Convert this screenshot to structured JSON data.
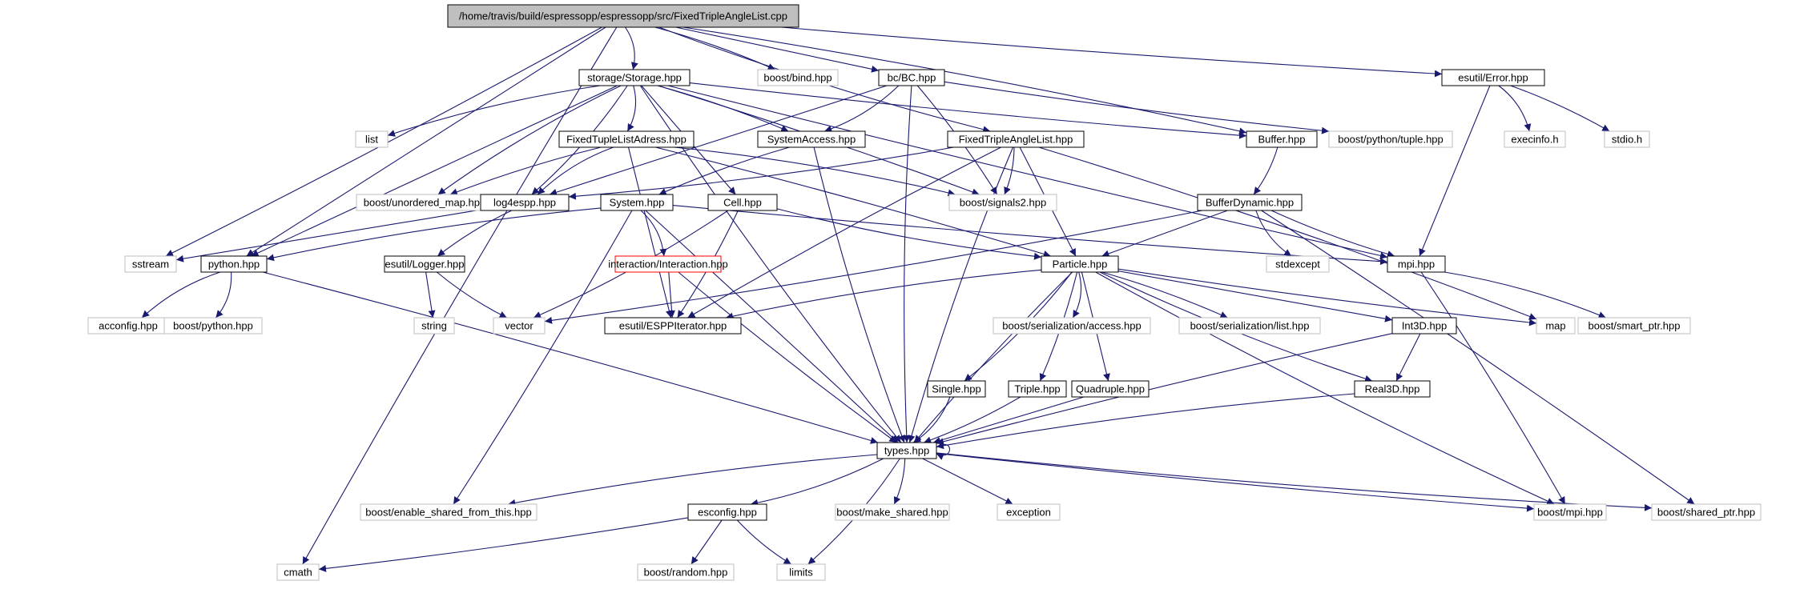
{
  "colors": {
    "edge": "#191970",
    "border_header": "#000000",
    "border_documented": "#000000",
    "border_external": "#bfbfbf",
    "border_highlight": "#ff0000",
    "fill_root": "#bfbfbf",
    "fill_default": "#ffffff",
    "text": "#000000"
  },
  "nodes": [
    {
      "id": "root",
      "label": "/home/travis/build/espressopp/espressopp/src/FixedTripleAngleList.cpp",
      "kind": "root"
    },
    {
      "id": "storage",
      "label": "storage/Storage.hpp",
      "kind": "documented"
    },
    {
      "id": "bind",
      "label": "boost/bind.hpp",
      "kind": "external"
    },
    {
      "id": "bc",
      "label": "bc/BC.hpp",
      "kind": "documented"
    },
    {
      "id": "error",
      "label": "esutil/Error.hpp",
      "kind": "documented"
    },
    {
      "id": "list",
      "label": "list",
      "kind": "external"
    },
    {
      "id": "ftla",
      "label": "FixedTupleListAdress.hpp",
      "kind": "documented"
    },
    {
      "id": "sysacc",
      "label": "SystemAccess.hpp",
      "kind": "documented"
    },
    {
      "id": "ftal",
      "label": "FixedTripleAngleList.hpp",
      "kind": "documented"
    },
    {
      "id": "buffer",
      "label": "Buffer.hpp",
      "kind": "documented"
    },
    {
      "id": "tuple",
      "label": "boost/python/tuple.hpp",
      "kind": "external"
    },
    {
      "id": "execinfo",
      "label": "execinfo.h",
      "kind": "external"
    },
    {
      "id": "stdio",
      "label": "stdio.h",
      "kind": "external"
    },
    {
      "id": "unordered",
      "label": "boost/unordered_map.hpp",
      "kind": "external"
    },
    {
      "id": "log4espp",
      "label": "log4espp.hpp",
      "kind": "documented"
    },
    {
      "id": "system",
      "label": "System.hpp",
      "kind": "documented"
    },
    {
      "id": "cell",
      "label": "Cell.hpp",
      "kind": "documented"
    },
    {
      "id": "signals2",
      "label": "boost/signals2.hpp",
      "kind": "external"
    },
    {
      "id": "bufdyn",
      "label": "BufferDynamic.hpp",
      "kind": "documented"
    },
    {
      "id": "sstream",
      "label": "sstream",
      "kind": "external"
    },
    {
      "id": "python",
      "label": "python.hpp",
      "kind": "documented"
    },
    {
      "id": "logger",
      "label": "esutil/Logger.hpp",
      "kind": "documented"
    },
    {
      "id": "interaction",
      "label": "interaction/Interaction.hpp",
      "kind": "highlight"
    },
    {
      "id": "particle",
      "label": "Particle.hpp",
      "kind": "documented"
    },
    {
      "id": "stdexcept",
      "label": "stdexcept",
      "kind": "external"
    },
    {
      "id": "mpi",
      "label": "mpi.hpp",
      "kind": "documented"
    },
    {
      "id": "acconfig",
      "label": "acconfig.hpp",
      "kind": "external"
    },
    {
      "id": "bpython",
      "label": "boost/python.hpp",
      "kind": "external"
    },
    {
      "id": "string",
      "label": "string",
      "kind": "external"
    },
    {
      "id": "vector",
      "label": "vector",
      "kind": "external"
    },
    {
      "id": "espp",
      "label": "esutil/ESPPIterator.hpp",
      "kind": "documented"
    },
    {
      "id": "access",
      "label": "boost/serialization/access.hpp",
      "kind": "external"
    },
    {
      "id": "slist",
      "label": "boost/serialization/list.hpp",
      "kind": "external"
    },
    {
      "id": "int3d",
      "label": "Int3D.hpp",
      "kind": "documented"
    },
    {
      "id": "map",
      "label": "map",
      "kind": "external"
    },
    {
      "id": "smartptr",
      "label": "boost/smart_ptr.hpp",
      "kind": "external"
    },
    {
      "id": "single",
      "label": "Single.hpp",
      "kind": "documented"
    },
    {
      "id": "triple",
      "label": "Triple.hpp",
      "kind": "documented"
    },
    {
      "id": "quadruple",
      "label": "Quadruple.hpp",
      "kind": "documented"
    },
    {
      "id": "real3d",
      "label": "Real3D.hpp",
      "kind": "documented"
    },
    {
      "id": "types",
      "label": "types.hpp",
      "kind": "documented"
    },
    {
      "id": "esfromthis",
      "label": "boost/enable_shared_from_this.hpp",
      "kind": "external"
    },
    {
      "id": "esconfig",
      "label": "esconfig.hpp",
      "kind": "documented"
    },
    {
      "id": "makeshared",
      "label": "boost/make_shared.hpp",
      "kind": "external"
    },
    {
      "id": "exception",
      "label": "exception",
      "kind": "external"
    },
    {
      "id": "bmpi",
      "label": "boost/mpi.hpp",
      "kind": "external"
    },
    {
      "id": "sharedptr",
      "label": "boost/shared_ptr.hpp",
      "kind": "external"
    },
    {
      "id": "cmath",
      "label": "cmath",
      "kind": "external"
    },
    {
      "id": "random",
      "label": "boost/random.hpp",
      "kind": "external"
    },
    {
      "id": "limits",
      "label": "limits",
      "kind": "external"
    }
  ],
  "edges": [
    [
      "root",
      "storage"
    ],
    [
      "root",
      "bind"
    ],
    [
      "root",
      "bc"
    ],
    [
      "root",
      "error"
    ],
    [
      "root",
      "ftal"
    ],
    [
      "root",
      "buffer"
    ],
    [
      "root",
      "sstream"
    ],
    [
      "root",
      "python"
    ],
    [
      "root",
      "cmath"
    ],
    [
      "storage",
      "list"
    ],
    [
      "storage",
      "ftla"
    ],
    [
      "storage",
      "sysacc"
    ],
    [
      "storage",
      "cell"
    ],
    [
      "storage",
      "buffer"
    ],
    [
      "storage",
      "unordered"
    ],
    [
      "storage",
      "log4espp"
    ],
    [
      "storage",
      "signals2"
    ],
    [
      "storage",
      "python"
    ],
    [
      "storage",
      "mpi"
    ],
    [
      "storage",
      "types"
    ],
    [
      "bc",
      "sysacc"
    ],
    [
      "bc",
      "signals2"
    ],
    [
      "bc",
      "log4espp"
    ],
    [
      "bc",
      "tuple"
    ],
    [
      "bc",
      "types"
    ],
    [
      "error",
      "execinfo"
    ],
    [
      "error",
      "stdio"
    ],
    [
      "error",
      "mpi"
    ],
    [
      "ftla",
      "unordered"
    ],
    [
      "ftla",
      "log4espp"
    ],
    [
      "ftla",
      "signals2"
    ],
    [
      "ftla",
      "particle"
    ],
    [
      "ftla",
      "espp"
    ],
    [
      "sysacc",
      "system"
    ],
    [
      "sysacc",
      "types"
    ],
    [
      "ftal",
      "log4espp"
    ],
    [
      "ftal",
      "signals2"
    ],
    [
      "ftal",
      "particle"
    ],
    [
      "ftal",
      "espp"
    ],
    [
      "ftal",
      "types"
    ],
    [
      "ftal",
      "map"
    ],
    [
      "buffer",
      "bufdyn"
    ],
    [
      "bufdyn",
      "particle"
    ],
    [
      "bufdyn",
      "mpi"
    ],
    [
      "bufdyn",
      "stdexcept"
    ],
    [
      "bufdyn",
      "vector"
    ],
    [
      "bufdyn",
      "sharedptr"
    ],
    [
      "log4espp",
      "sstream"
    ],
    [
      "log4espp",
      "logger"
    ],
    [
      "system",
      "python"
    ],
    [
      "system",
      "interaction"
    ],
    [
      "system",
      "esfromthis"
    ],
    [
      "system",
      "types"
    ],
    [
      "system",
      "mpi"
    ],
    [
      "cell",
      "particle"
    ],
    [
      "cell",
      "vector"
    ],
    [
      "cell",
      "espp"
    ],
    [
      "interaction",
      "espp"
    ],
    [
      "interaction",
      "types"
    ],
    [
      "python",
      "acconfig"
    ],
    [
      "python",
      "bpython"
    ],
    [
      "python",
      "types"
    ],
    [
      "logger",
      "string"
    ],
    [
      "logger",
      "vector"
    ],
    [
      "particle",
      "espp"
    ],
    [
      "particle",
      "access"
    ],
    [
      "particle",
      "slist"
    ],
    [
      "particle",
      "int3d"
    ],
    [
      "particle",
      "map"
    ],
    [
      "particle",
      "real3d"
    ],
    [
      "particle",
      "single"
    ],
    [
      "particle",
      "triple"
    ],
    [
      "particle",
      "quadruple"
    ],
    [
      "particle",
      "types"
    ],
    [
      "particle",
      "bmpi"
    ],
    [
      "mpi",
      "smartptr"
    ],
    [
      "mpi",
      "bmpi"
    ],
    [
      "int3d",
      "real3d"
    ],
    [
      "int3d",
      "types"
    ],
    [
      "real3d",
      "types"
    ],
    [
      "single",
      "types"
    ],
    [
      "triple",
      "types"
    ],
    [
      "quadruple",
      "types"
    ],
    [
      "types",
      "types"
    ],
    [
      "types",
      "esfromthis"
    ],
    [
      "types",
      "esconfig"
    ],
    [
      "types",
      "makeshared"
    ],
    [
      "types",
      "exception"
    ],
    [
      "types",
      "bmpi"
    ],
    [
      "types",
      "sharedptr"
    ],
    [
      "types",
      "limits"
    ],
    [
      "esconfig",
      "cmath"
    ],
    [
      "esconfig",
      "random"
    ],
    [
      "esconfig",
      "limits"
    ]
  ]
}
